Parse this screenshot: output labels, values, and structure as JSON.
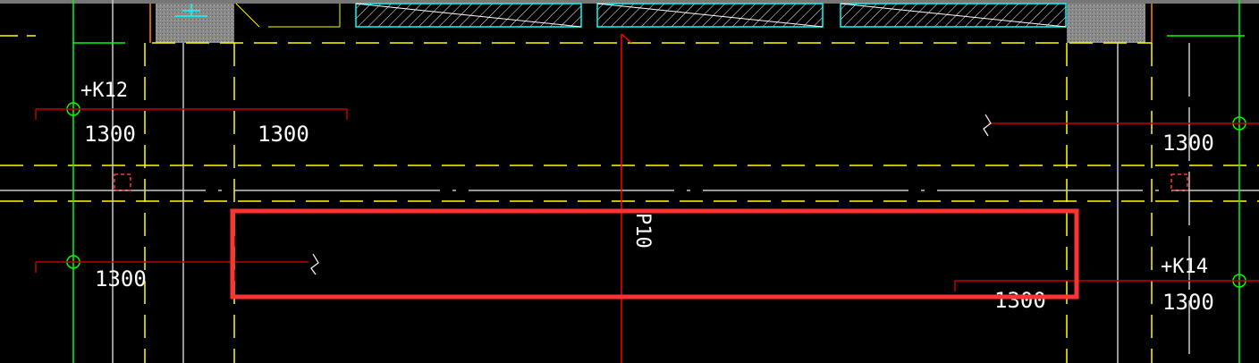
{
  "canvas": {
    "background": "#000000",
    "colors": {
      "green": "#00ff00",
      "yellow": "#ffff00",
      "white": "#ffffff",
      "grey": "#c8c8c8",
      "red": "#ff0000",
      "dark_red": "#c00000",
      "cyan": "#00ffff",
      "highlight_red": "#ff3333",
      "hatch_fill": "#808080"
    }
  },
  "labels": {
    "k12": "+K12",
    "k14": "+K14",
    "dim_1": "1300",
    "dim_2": "1300",
    "dim_3": "1300",
    "dim_4": "1300",
    "dim_5": "1300",
    "dim_6": "1300",
    "beam_tag": "P10"
  },
  "selection": {
    "name": "highlight-rectangle",
    "color": "#ff3333"
  }
}
